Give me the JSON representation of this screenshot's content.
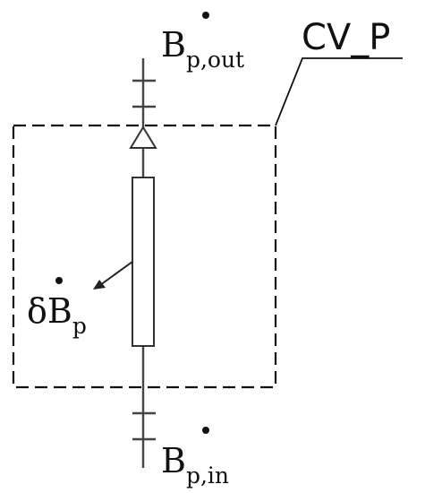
{
  "control_volume": {
    "label": "CV_P"
  },
  "flow_out": {
    "base": "B",
    "subscript": "p,out"
  },
  "flow_in": {
    "base": "B",
    "subscript": "p,in"
  },
  "generation": {
    "prefix": "δ",
    "base": "B",
    "subscript": "p"
  },
  "colors": {
    "line": "#333333",
    "dash": "#111111",
    "background": "#ffffff"
  }
}
